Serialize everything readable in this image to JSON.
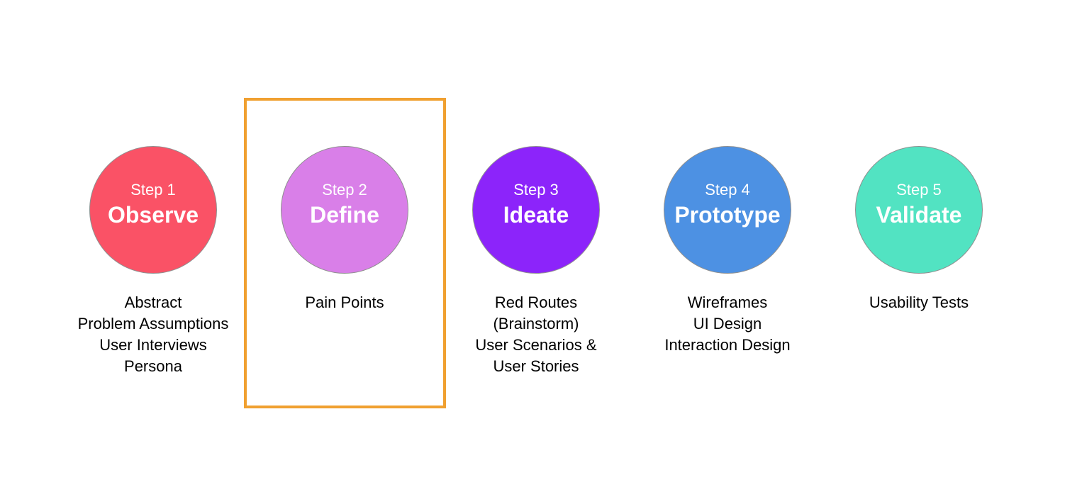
{
  "diagram": {
    "highlight_color": "#f0a030",
    "highlighted_step": 2,
    "steps": [
      {
        "number_label": "Step 1",
        "name": "Observe",
        "color": "#fa5266",
        "activities": [
          "Abstract",
          "Problem Assumptions",
          "User Interviews",
          "Persona"
        ]
      },
      {
        "number_label": "Step 2",
        "name": "Define",
        "color": "#d97fe8",
        "activities": [
          "Pain Points"
        ]
      },
      {
        "number_label": "Step 3",
        "name": "Ideate",
        "color": "#8c24fa",
        "activities": [
          "Red Routes",
          "(Brainstorm)",
          "User Scenarios &",
          "User Stories"
        ]
      },
      {
        "number_label": "Step 4",
        "name": "Prototype",
        "color": "#4d91e3",
        "activities": [
          "Wireframes",
          "UI Design",
          "Interaction Design"
        ]
      },
      {
        "number_label": "Step 5",
        "name": "Validate",
        "color": "#52e3c2",
        "activities": [
          "Usability Tests"
        ]
      }
    ]
  }
}
